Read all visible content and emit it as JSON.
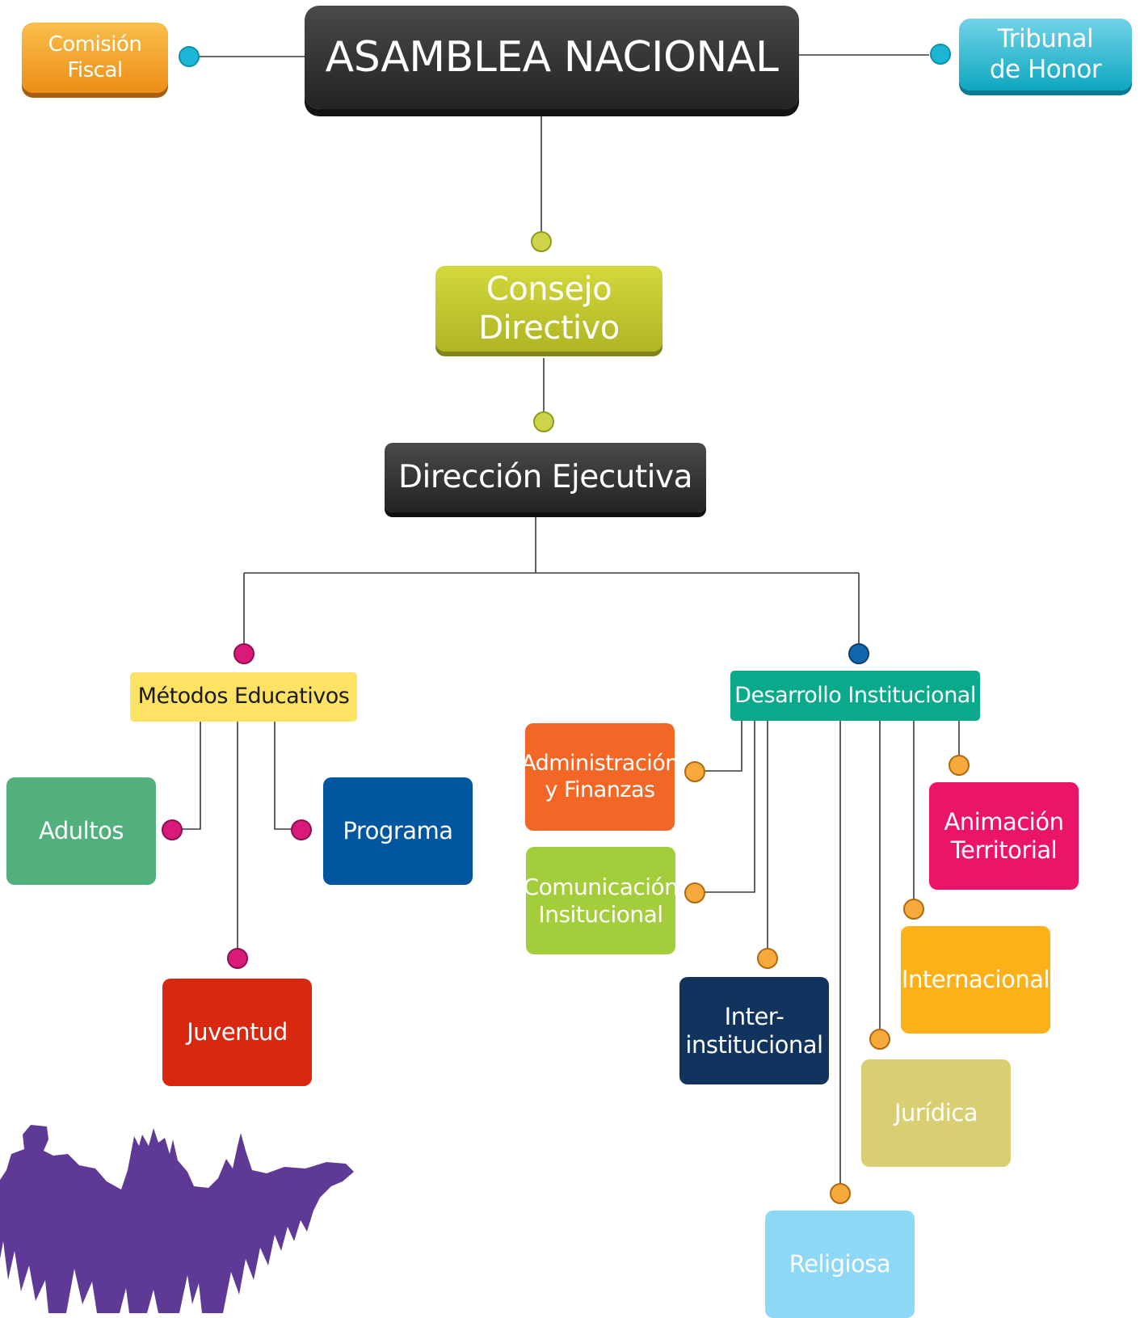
{
  "chart": {
    "top": "ASAMBLEA NACIONAL",
    "side_left": [
      "Comisión",
      "Fiscal"
    ],
    "side_right": [
      "Tribunal",
      "de Honor"
    ],
    "board": [
      "Consejo",
      "Directivo"
    ],
    "executive": "Dirección Ejecutiva"
  },
  "left_branch": {
    "head": "Métodos Educativos",
    "units": {
      "adultos": "Adultos",
      "programa": "Programa",
      "juventud": "Juventud"
    }
  },
  "right_branch": {
    "head": "Desarrollo Institucional",
    "units": {
      "admin": [
        "Administración",
        "y Finanzas"
      ],
      "comunicacion": [
        "Comunicación",
        "Insitucional"
      ],
      "inter": [
        "Inter-",
        "institucional"
      ],
      "animacion": [
        "Animación",
        "Territorial"
      ],
      "internacional": "Internacional",
      "juridica": "Jurídica",
      "religiosa": "Religiosa"
    }
  },
  "colors": {
    "orange_fiscal": "#F4A42C",
    "cyan_honor": "#26B7CF",
    "lime_board": "#C4C92A",
    "dark_box": "#2E2E2E",
    "yellow_metodos": "#FDE264",
    "teal_desarrollo": "#0BA98B",
    "green_adultos": "#52B07C",
    "blue_programa": "#0057A0",
    "red_juventud": "#D8280F",
    "orange_admin": "#F26626",
    "lime_comunicacion": "#A3CD3A",
    "navy_inter": "#11345F",
    "pink_animacion": "#EC1468",
    "amber_internacional": "#FBB117",
    "khaki_juridica": "#D9CE72",
    "sky_religiosa": "#8ED8F7",
    "purple_silhouette": "#5E3A96",
    "dot_cyan": "#1CB5D6",
    "dot_lime": "#CDD44A",
    "dot_magenta": "#DA1A7A",
    "dot_blue": "#1166B0",
    "dot_orange": "#F7AA3C"
  }
}
